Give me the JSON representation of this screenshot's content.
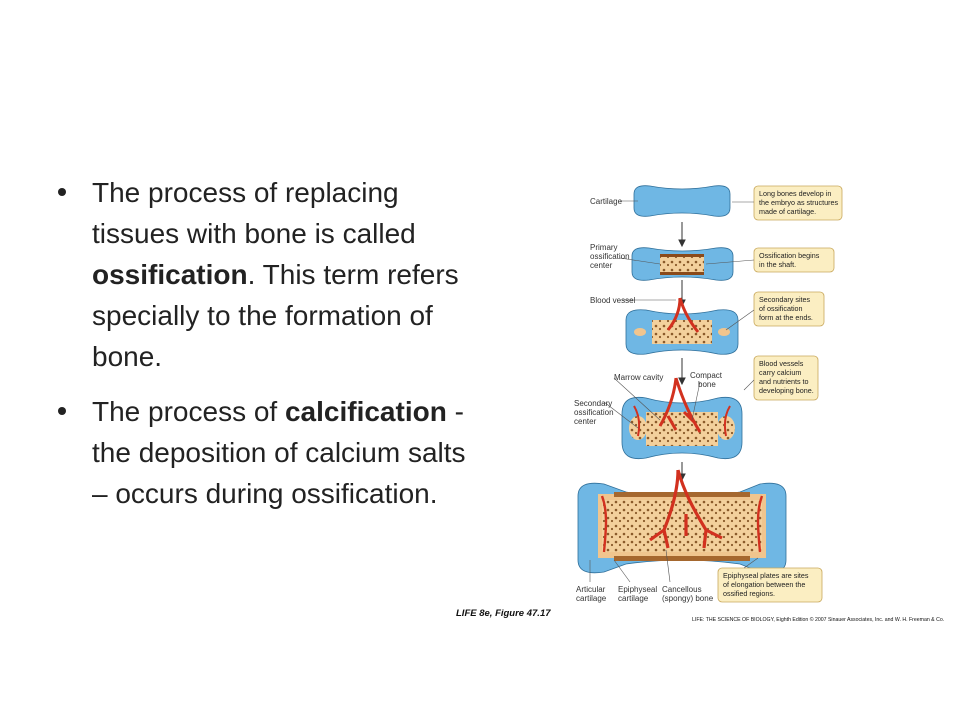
{
  "bullets": [
    {
      "parts": [
        {
          "text": "The process of replacing tissues with bone is called ",
          "bold": false
        },
        {
          "text": "ossification",
          "bold": true
        },
        {
          "text": ".  This term refers specially to the formation of bone.",
          "bold": false
        }
      ]
    },
    {
      "parts": [
        {
          "text": "The process of ",
          "bold": false
        },
        {
          "text": "calcification",
          "bold": true
        },
        {
          "text": " - the deposition of calcium salts – occurs during ossification.",
          "bold": false
        }
      ]
    }
  ],
  "figure": {
    "labels": {
      "cartilage": "Cartilage",
      "primary": [
        "Primary",
        "ossification",
        "center"
      ],
      "blood_vessel": "Blood vessel",
      "marrow_cavity": "Marrow cavity",
      "compact_bone": [
        "Compact",
        "bone"
      ],
      "secondary": [
        "Secondary",
        "ossification",
        "center"
      ],
      "articular": [
        "Articular",
        "cartilage"
      ],
      "epiphyseal": [
        "Epiphyseal",
        "cartilage"
      ],
      "cancellous": [
        "Cancellous",
        "(spongy) bone"
      ]
    },
    "callouts": {
      "c1": [
        "Long bones develop in",
        "the embryo as structures",
        "made of cartilage."
      ],
      "c2": [
        "Ossification begins",
        "in the shaft."
      ],
      "c3": [
        "Secondary sites",
        "of ossification",
        "form at the ends."
      ],
      "c4": [
        "Blood vessels",
        "carry calcium",
        "and nutrients to",
        "developing bone."
      ],
      "c5": [
        "Epiphyseal plates are sites",
        "of elongation between the",
        "ossified regions."
      ]
    },
    "caption_left": "LIFE 8e, Figure 47.17",
    "caption_right": "LIFE: THE SCIENCE OF BIOLOGY, Eighth Edition  © 2007 Sinauer Associates, Inc. and W. H. Freeman & Co."
  },
  "colors": {
    "cartilage": "#6fb7e4",
    "bone": "#f0c58e",
    "vessel": "#d2311f",
    "callout_bg": "#fbeec2",
    "callout_border": "#c9a85c"
  }
}
